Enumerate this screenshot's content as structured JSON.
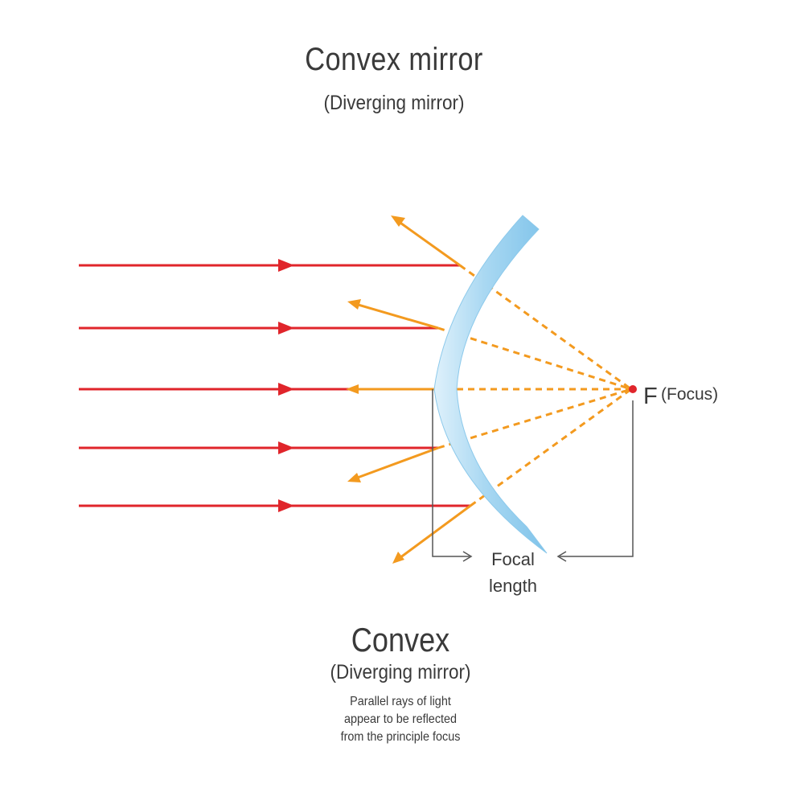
{
  "header": {
    "title": "Convex  mirror",
    "subtitle": "(Diverging mirror)"
  },
  "diagram": {
    "focus_letter": "F",
    "focus_label": "(Focus)",
    "focal_length_line1": "Focal",
    "focal_length_line2": "length",
    "colors": {
      "incident_ray": "#e0252b",
      "reflected_ray": "#f39a1f",
      "mirror": "#a9d8f2",
      "focus_point": "#e0252b",
      "dimension_line": "#555555"
    }
  },
  "caption": {
    "title": "Convex",
    "subtitle": "(Diverging mirror)",
    "description": "Parallel rays of light\nappear to be reflected\nfrom the principle focus"
  }
}
